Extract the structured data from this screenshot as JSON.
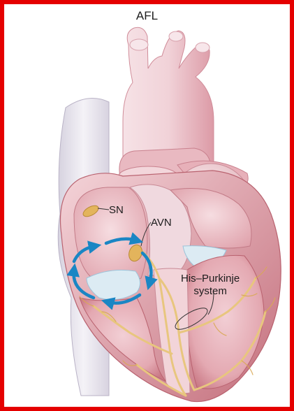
{
  "title": "AFL",
  "labels": {
    "sn": "SN",
    "avn": "AVN",
    "his_purkinje_line1": "His–Purkinje",
    "his_purkinje_line2": "system"
  },
  "colors": {
    "frame": "#e50000",
    "tissue_light": "#f3d2d6",
    "tissue_mid": "#e3a4ad",
    "tissue_dark": "#b9616e",
    "septum_light": "#f2e4ea",
    "node_gold": "#e3b45c",
    "conduction_gold": "#e8c67e",
    "reentry_arrow": "#1a86c4",
    "vena_cava": "#e8e4ee"
  },
  "icons": {
    "reentry": "circular-reentry-arrows-icon"
  }
}
